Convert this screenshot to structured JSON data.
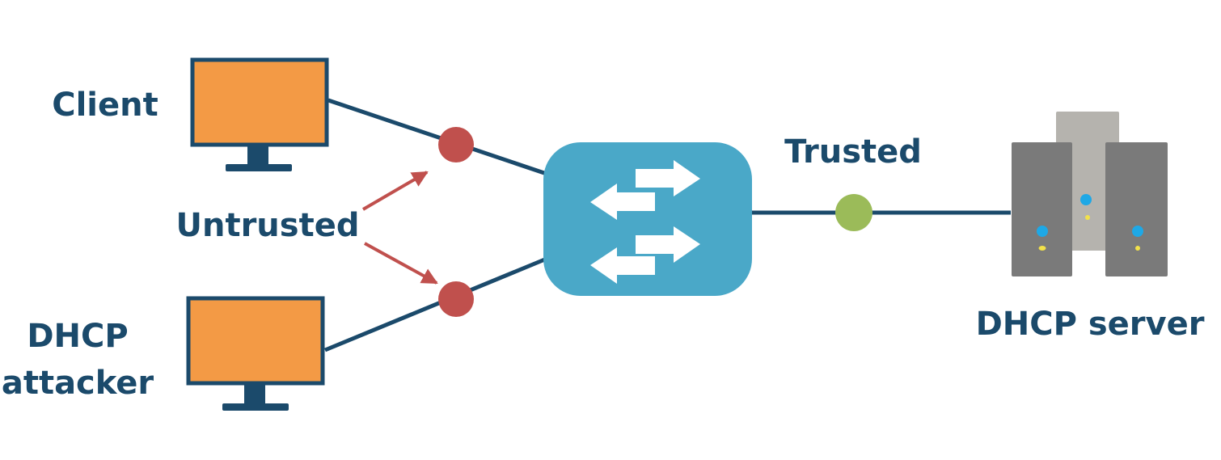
{
  "labels": {
    "client": "Client",
    "attacker_line1": "DHCP",
    "attacker_line2": "attacker",
    "untrusted": "Untrusted",
    "trusted": "Trusted",
    "server": "DHCP server"
  },
  "icons": {
    "client": "desktop-monitor-icon",
    "attacker": "desktop-monitor-icon",
    "switch": "network-switch-icon",
    "server": "server-rack-icon"
  },
  "colors": {
    "text": "#1b4a6b",
    "link": "#1b4a6b",
    "monitor_screen": "#f39a45",
    "monitor_frame": "#1b4a6b",
    "switch": "#4aa8c8",
    "untrusted_port": "#c0504d",
    "trusted_port": "#9bbb59",
    "pointer_arrow": "#c0504d",
    "server_dark": "#7a7a7a",
    "server_light": "#b5b3ae",
    "server_led_blue": "#1ea8e6",
    "server_led_yellow": "#f2e14a"
  }
}
